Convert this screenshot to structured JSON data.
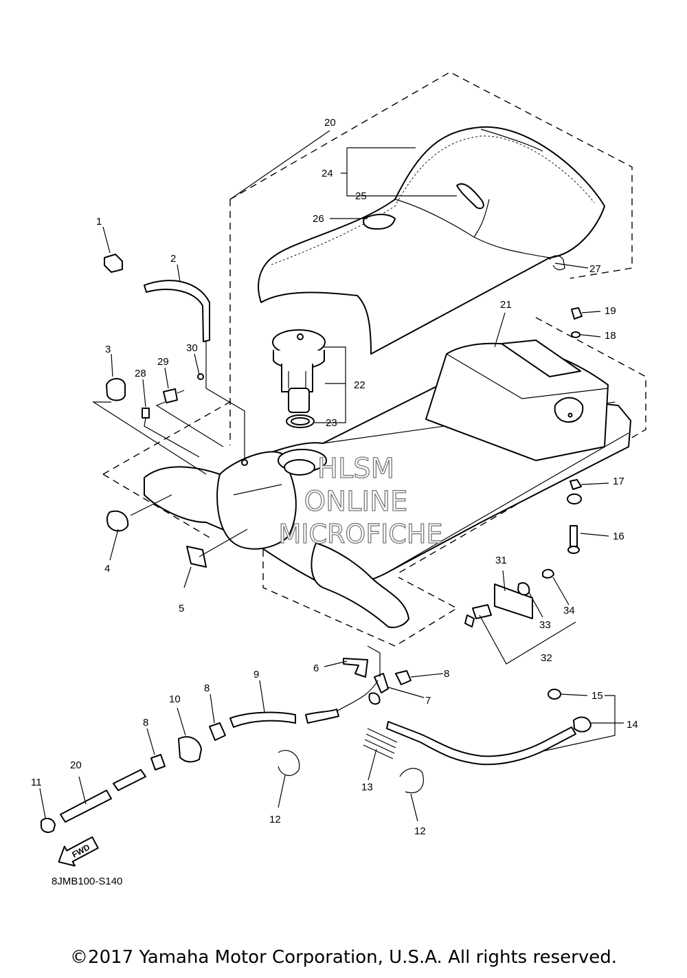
{
  "diagram": {
    "callouts": {
      "c1": "1",
      "c2": "2",
      "c3": "3",
      "c4": "4",
      "c5": "5",
      "c6": "6",
      "c7": "7",
      "c8a": "8",
      "c8b": "8",
      "c8c": "8",
      "c9": "9",
      "c10": "10",
      "c11": "11",
      "c12a": "12",
      "c12b": "12",
      "c13": "13",
      "c14": "14",
      "c15": "15",
      "c16": "16",
      "c17": "17",
      "c18": "18",
      "c19": "19",
      "c20a": "20",
      "c20b": "20",
      "c21": "21",
      "c22": "22",
      "c23": "23",
      "c24": "24",
      "c25": "25",
      "c26": "26",
      "c27": "27",
      "c28": "28",
      "c29": "29",
      "c30": "30",
      "c31": "31",
      "c32": "32",
      "c33": "33",
      "c34": "34"
    },
    "fwd_label": "FWD",
    "diagram_code": "8JMB100-S140",
    "watermark": {
      "line1": "HLSM",
      "line2": "ONLINE",
      "line3": "MICROFICHE"
    }
  },
  "footer": {
    "copyright": "©2017 Yamaha Motor Corporation, U.S.A. All rights reserved."
  }
}
